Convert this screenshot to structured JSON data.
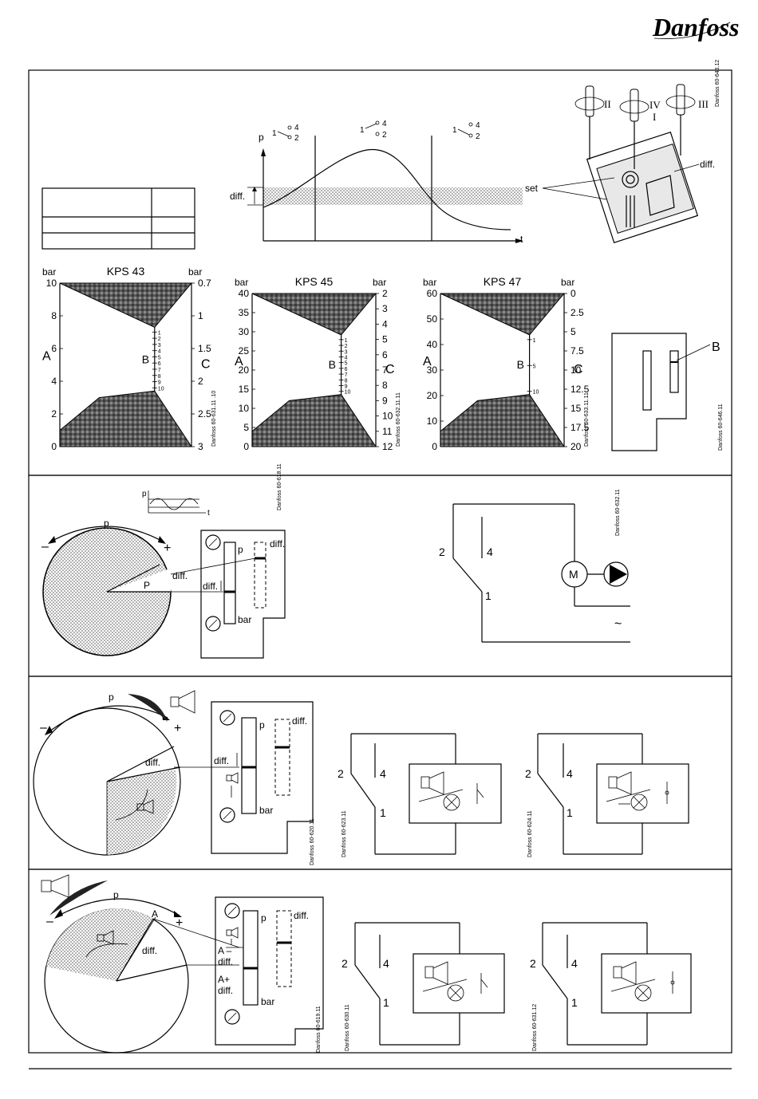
{
  "brand": {
    "logo_text": "Danfoss"
  },
  "panel1": {
    "graph": {
      "y_label": "p",
      "t_label": "t",
      "diff_label": "diff.",
      "contacts": {
        "c1": "1",
        "c2": "2",
        "c4": "4"
      }
    },
    "screwdriver": {
      "roman_II": "II",
      "roman_IV": "IV",
      "roman_I": "I",
      "roman_III": "III",
      "diff_label": "diff.",
      "set_label": "set",
      "code": "Danfoss 60-643.12"
    },
    "charts": [
      {
        "title": "KPS 43",
        "unit_left": "bar",
        "unit_right": "bar",
        "axis_a": "A",
        "axis_b": "B",
        "axis_c": "C",
        "left_ticks": [
          "10",
          "8",
          "6",
          "4",
          "2",
          "0"
        ],
        "right_ticks": [
          "0.7",
          "1",
          "1.5",
          "2",
          "2.5",
          "3"
        ],
        "b_ticks": [
          "1",
          "2",
          "3",
          "4",
          "5",
          "6",
          "7",
          "8",
          "9",
          "10"
        ],
        "code": "Danfoss 60-631.11 .10"
      },
      {
        "title": "KPS 45",
        "unit_left": "bar",
        "unit_right": "bar",
        "axis_a": "A",
        "axis_b": "B",
        "axis_c": "C",
        "left_ticks": [
          "40",
          "35",
          "30",
          "25",
          "20",
          "15",
          "10",
          "5",
          "0"
        ],
        "right_ticks": [
          "2",
          "3",
          "4",
          "5",
          "6",
          "7",
          "8",
          "9",
          "10",
          "11",
          "12"
        ],
        "b_ticks": [
          "1",
          "2",
          "3",
          "4",
          "5",
          "6",
          "7",
          "8",
          "9",
          "10"
        ],
        "code": "Danfoss 60-632.11.11"
      },
      {
        "title": "KPS 47",
        "unit_left": "bar",
        "unit_right": "bar",
        "axis_a": "A",
        "axis_b": "B",
        "axis_c": "C",
        "left_ticks": [
          "60",
          "50",
          "40",
          "30",
          "20",
          "10",
          "0"
        ],
        "right_ticks": [
          "0",
          "2.5",
          "5",
          "7.5",
          "10",
          "12.5",
          "15",
          "17.5",
          "20"
        ],
        "b_ticks": [
          "1",
          "5",
          "10"
        ],
        "code": "Danfoss 60-633.11.11"
      }
    ],
    "scale_label": "B",
    "scale_code": "Danfoss 60-646.11"
  },
  "panel2": {
    "dial": {
      "p": "p",
      "minus": "–",
      "plus": "+",
      "diff": "diff.",
      "P": "P"
    },
    "mini_graph": {
      "p": "p",
      "t": "t"
    },
    "mini_code": "Danfoss 60-618.11",
    "scale": {
      "p": "p",
      "diff": "diff.",
      "bar": "bar"
    },
    "circuit": {
      "c1": "1",
      "c2": "2",
      "c4": "4",
      "motor": "M",
      "ac": "~",
      "code": "Danfoss 60-632.11"
    }
  },
  "panel3": {
    "dial": {
      "p": "p",
      "minus": "–",
      "plus": "+",
      "diff": "diff."
    },
    "scale": {
      "p": "p",
      "diff": "diff.",
      "bar": "bar",
      "code": "Danfoss 60-620.11"
    },
    "circuit_a": {
      "c1": "1",
      "c2": "2",
      "c4": "4",
      "code": "Danfoss 60-623.11"
    },
    "circuit_b": {
      "c1": "1",
      "c2": "2",
      "c4": "4",
      "code": "Danfoss 60-624.11"
    }
  },
  "panel4": {
    "dial": {
      "p": "p",
      "minus": "–",
      "plus": "+",
      "diff": "diff.",
      "A": "A"
    },
    "scale": {
      "p": "p",
      "diff": "diff.",
      "bar": "bar",
      "a_diff": "A –",
      "a_diff2": "diff.",
      "a_plus": "A+",
      "a_plus2": "diff.",
      "code": "Danfoss 60-619.11"
    },
    "circuit_a": {
      "c1": "1",
      "c2": "2",
      "c4": "4",
      "code": "Danfoss 60-630.11"
    },
    "circuit_b": {
      "c1": "1",
      "c2": "2",
      "c4": "4",
      "code": "Danfoss 60-631.12"
    }
  }
}
